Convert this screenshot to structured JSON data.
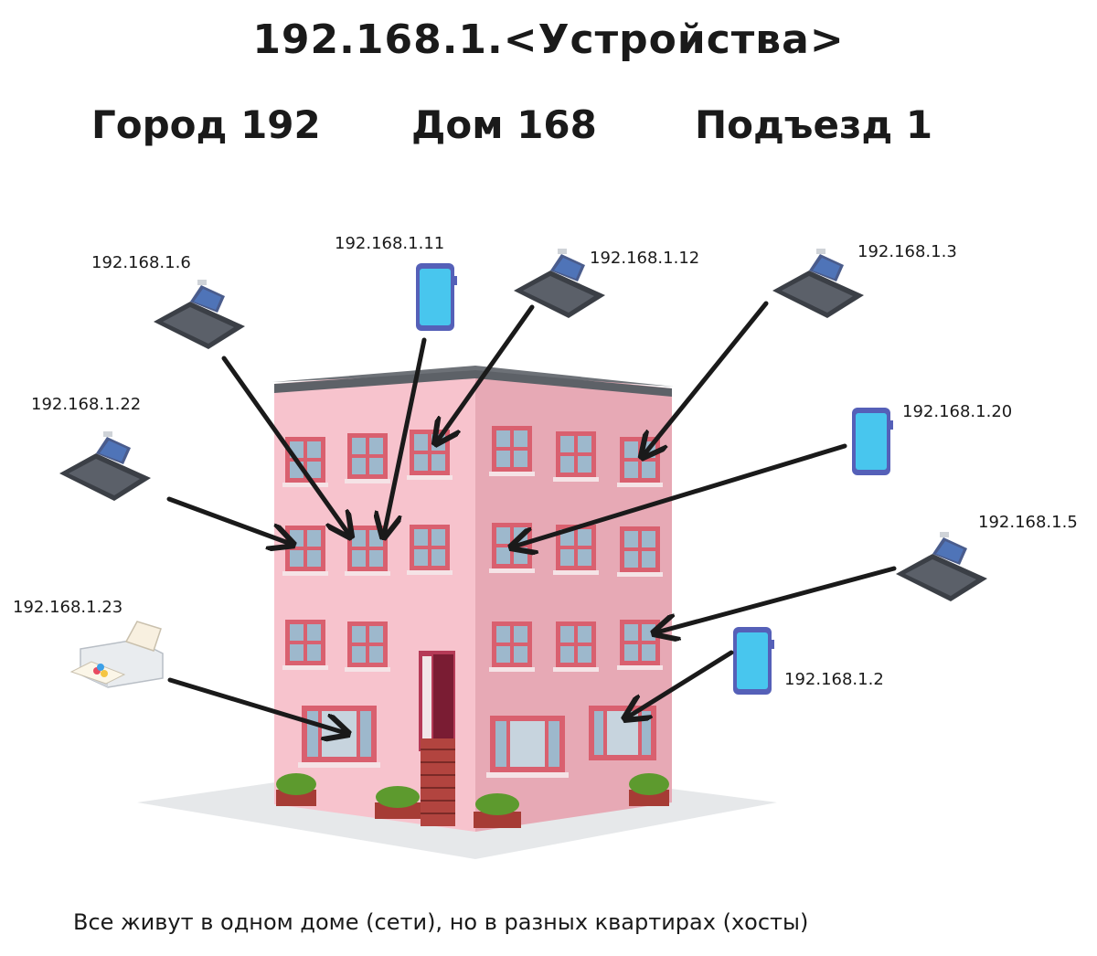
{
  "title": "192.168.1.<Устройства>",
  "subtitles": [
    "Город 192",
    "Дом 168",
    "Подъезд 1"
  ],
  "caption": "Все живут в одном доме (сети), но в разных квартирах (хосты)",
  "devices": [
    {
      "type": "laptop",
      "ip": "192.168.1.6"
    },
    {
      "type": "phone",
      "ip": "192.168.1.11"
    },
    {
      "type": "laptop",
      "ip": "192.168.1.12"
    },
    {
      "type": "laptop",
      "ip": "192.168.1.3"
    },
    {
      "type": "laptop",
      "ip": "192.168.1.22"
    },
    {
      "type": "phone",
      "ip": "192.168.1.20"
    },
    {
      "type": "laptop",
      "ip": "192.168.1.5"
    },
    {
      "type": "printer",
      "ip": "192.168.1.23"
    },
    {
      "type": "phone",
      "ip": "192.168.1.2"
    }
  ],
  "colors": {
    "building_front": "#f7c3cd",
    "building_side": "#e7a9b5",
    "window_frame": "#d9606f",
    "glass": "#9db8cc",
    "phone": "#48c6ee",
    "arrow": "#1a1a1a"
  }
}
